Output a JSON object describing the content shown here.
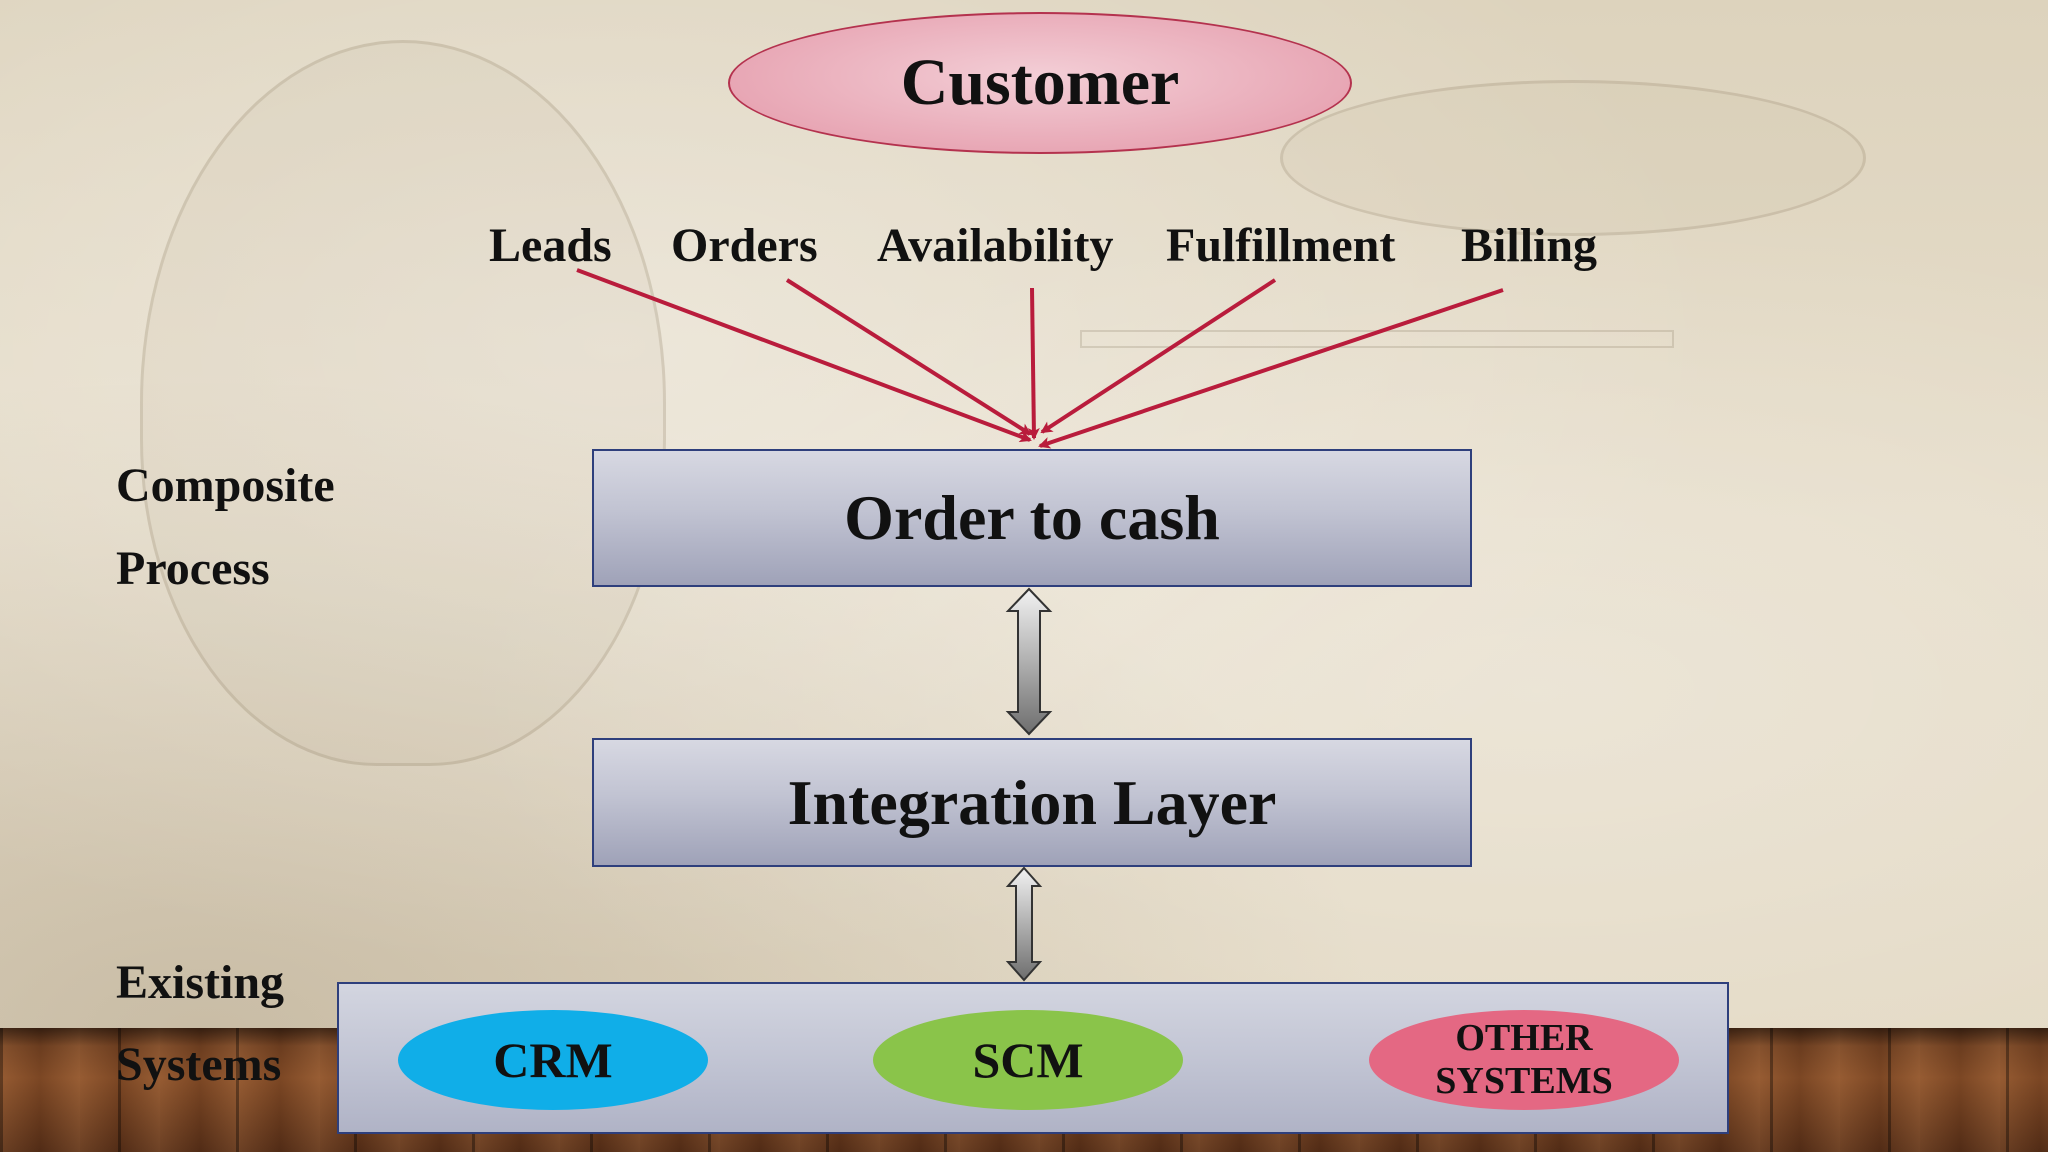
{
  "customer": "Customer",
  "touchpoints": [
    "Leads",
    "Orders",
    "Availability",
    "Fulfillment",
    "Billing"
  ],
  "side_labels": {
    "composite_line1": "Composite",
    "composite_line2": "Process",
    "existing_line1": "Existing",
    "existing_line2": "Systems"
  },
  "layers": {
    "order_to_cash": "Order to cash",
    "integration": "Integration Layer"
  },
  "systems": {
    "crm": "CRM",
    "scm": "SCM",
    "other_line1": "OTHER",
    "other_line2": "SYSTEMS"
  },
  "colors": {
    "arrow": "#b91c3c",
    "customer_fill": "#e8a7b5",
    "crm": "#10aee8",
    "scm": "#8ac44a",
    "other": "#e46883",
    "box_border": "#2e3f7c"
  }
}
